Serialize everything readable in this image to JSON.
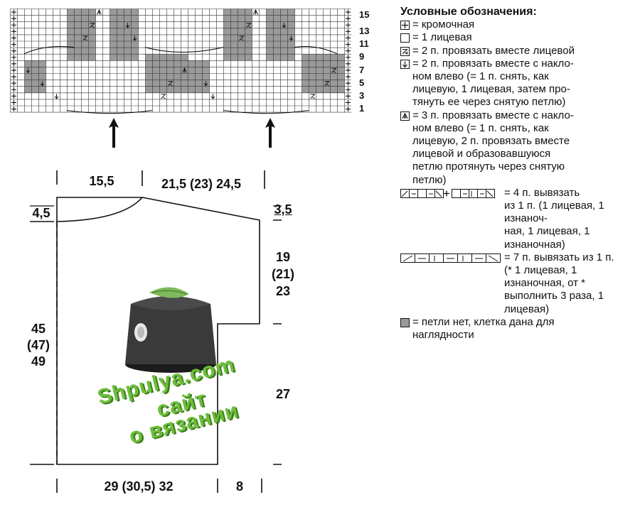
{
  "chart": {
    "rows": 16,
    "cols": 48,
    "row_labels": [
      "15",
      "13",
      "11",
      "9",
      "7",
      "5",
      "3",
      "1"
    ],
    "colors": {
      "grid": "#333333",
      "shade": "#9a9a9a",
      "line": "#000000"
    }
  },
  "legend": {
    "title": "Условные обозначения:",
    "items": [
      {
        "symbol": "plus-box-icon",
        "text": "= кромочная"
      },
      {
        "symbol": "empty-box-icon",
        "text": "= 1 лицевая"
      },
      {
        "symbol": "k2tog-box-icon",
        "text": "= 2 п. провязать вместе лицевой"
      },
      {
        "symbol": "ssk-box-icon",
        "text": "= 2 п. провязать вместе с накло-\nном влево (= 1 п. снять, как\nлицевую, 1 лицевая, затем про-\nтянуть ее через снятую петлю)"
      },
      {
        "symbol": "sk2p-box-icon",
        "text": "= 3 п. провязать вместе с накло-\nном влево (= 1 п. снять, как\nлицевую, 2 п. провязать вместе\nлицевой и образовавшуюся\nпетлю протянуть через снятую\nпетлю)"
      },
      {
        "symbol": "increase-4-icon",
        "text": "= 4 п. вывязать\nиз 1 п. (1 лицевая, 1 изнаноч-\nная, 1 лицевая, 1 изнаночная)"
      },
      {
        "symbol": "increase-7-icon",
        "text": "= 7 п. вывязать из 1 п.\n(* 1 лицевая, 1 изнаночная, от *\nвыполнить 3 раза, 1 лицевая)"
      },
      {
        "symbol": "gray-box-icon",
        "text": "= петли нет, клетка дана для\nнаглядности"
      }
    ]
  },
  "schematic": {
    "top_left": "15,5",
    "top_right": "21,5 (23) 24,5",
    "left_drop": "4,5",
    "right_drop": "3,5",
    "armhole_sizes": [
      "19",
      "(21)",
      "23"
    ],
    "length_sizes": [
      "45",
      "(47)",
      "49"
    ],
    "side": "27",
    "bottom": "29 (30,5) 32",
    "bottom_right": "8"
  },
  "watermark": {
    "line1": "Shpulya.com",
    "line2": "сайт",
    "line3": "о вязании"
  }
}
